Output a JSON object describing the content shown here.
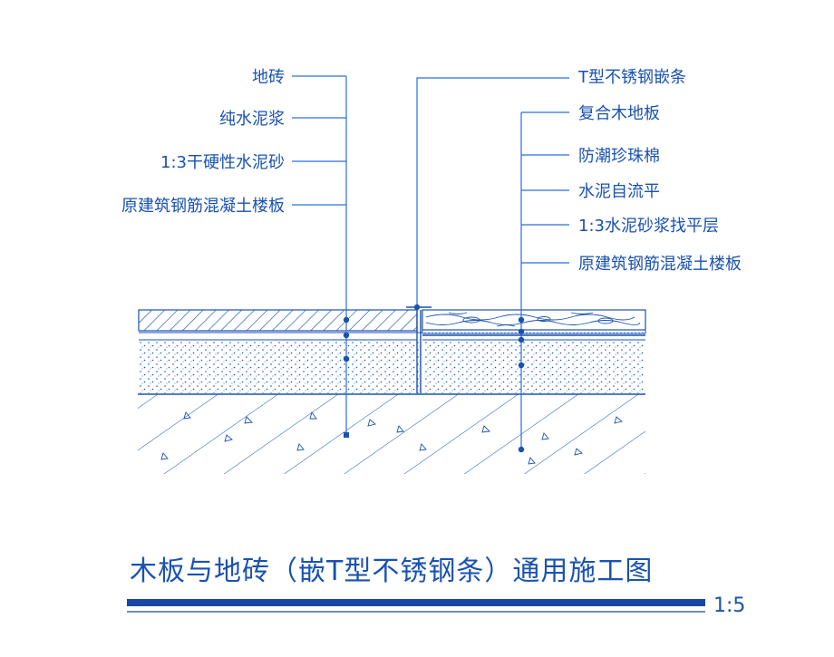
{
  "left_labels": [
    "地砖",
    "纯水泥浆",
    "1:3干硬性水泥砂",
    "原建筑钢筋混凝土楼板"
  ],
  "right_labels": [
    "T型不锈钢嵌条",
    "复合木地板",
    "防潮珍珠棉",
    "水泥自流平",
    "1:3水泥砂浆找平层",
    "原建筑钢筋混凝土楼板"
  ],
  "title": "木板与地砖（嵌T型不锈钢条）通用施工图",
  "scale": "1:5",
  "colors": {
    "line": "#1a52b0",
    "leader": "#2a6fdc",
    "bar": "#1747a6"
  }
}
